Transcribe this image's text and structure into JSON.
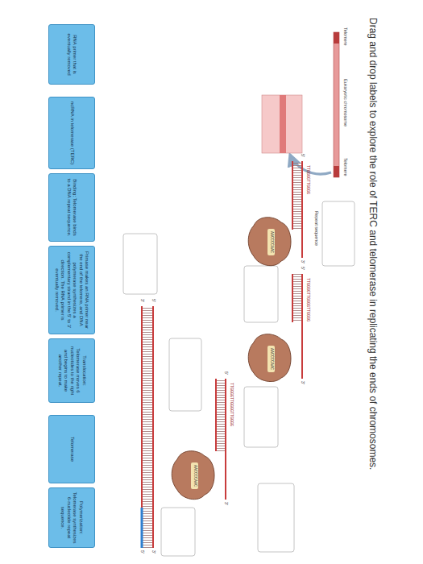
{
  "diagram": {
    "title": "Drag and drop labels to explore the role of TERC and telomerase in replicating the ends of chromosomes.",
    "nodes": [
      {
        "text": [
          "RNA primer that is eventually removed"
        ]
      },
      {
        "text": [
          "ncRNA in telomerase (TERC)"
        ]
      },
      {
        "text": [
          "Binding: Telomerase binds to a DNA repeat sequence."
        ]
      },
      {
        "text": [
          "Primase makes an RNA primer near the end of the telomere, and DNA polymerase synthesizes a complementary strand in the 5' to 3' direction. The RNA primer is eventually removed."
        ]
      },
      {
        "text": [
          "Translocation: Telomerase moves 6 nucleotides to the right and begins to make another repeat."
        ]
      },
      {
        "text": [
          "Telomerase"
        ]
      },
      {
        "text": [
          "Polymerization: Telomerase synthesizes 6-nucleotide repeat sequence."
        ]
      }
    ],
    "labels": [
      "Telomere",
      "Eukaryotic chromosome",
      "Telomere",
      "Repeat sequence",
      "5'",
      "3'",
      "TTGGGGTTGGGG",
      "AACCCCAAC",
      "5'",
      "3'",
      "TTGGGGTTGGGGTTGGGG",
      "AACCCCAAC",
      "5'",
      "3'",
      "TTGGGGTTGGGGTTGGGG",
      "AACCCCAAC",
      "5'",
      "3'",
      "3'",
      "5'"
    ]
  }
}
